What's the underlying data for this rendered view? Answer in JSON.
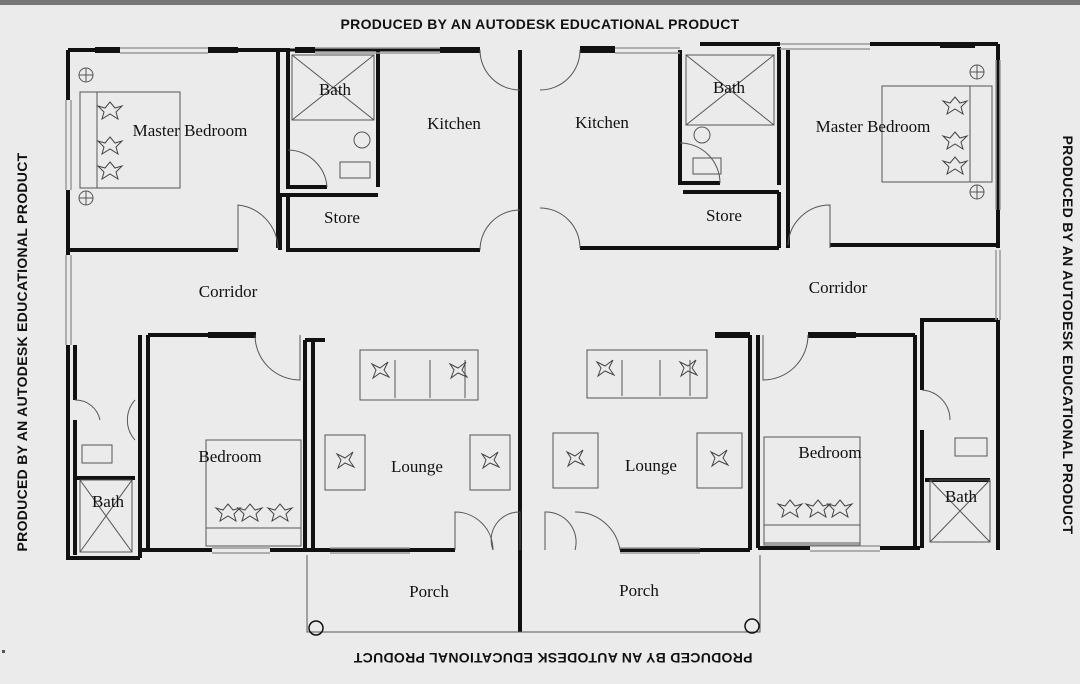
{
  "watermark": {
    "top": "PRODUCED BY AN AUTODESK EDUCATIONAL PRODUCT",
    "bottom": "PRODUCED BY AN AUTODESK EDUCATIONAL PRODUCT",
    "left": "PRODUCED BY AN AUTODESK EDUCATIONAL PRODUCT",
    "right": "PRODUCED BY AN AUTODESK EDUCATIONAL PRODUCT"
  },
  "rooms": {
    "left": {
      "master_bedroom": "Master Bedroom",
      "bath_top": "Bath",
      "kitchen": "Kitchen",
      "store": "Store",
      "corridor": "Corridor",
      "bedroom": "Bedroom",
      "lounge": "Lounge",
      "bath_bottom": "Bath",
      "porch": "Porch"
    },
    "right": {
      "master_bedroom": "Master Bedroom",
      "bath_top": "Bath",
      "kitchen": "Kitchen",
      "store": "Store",
      "corridor": "Corridor",
      "bedroom": "Bedroom",
      "lounge": "Lounge",
      "bath_bottom": "Bath",
      "porch": "Porch"
    }
  },
  "colors": {
    "background": "#ebebeb",
    "wall": "#111111",
    "window": "#9a9a9a",
    "fixture": "#555555"
  }
}
